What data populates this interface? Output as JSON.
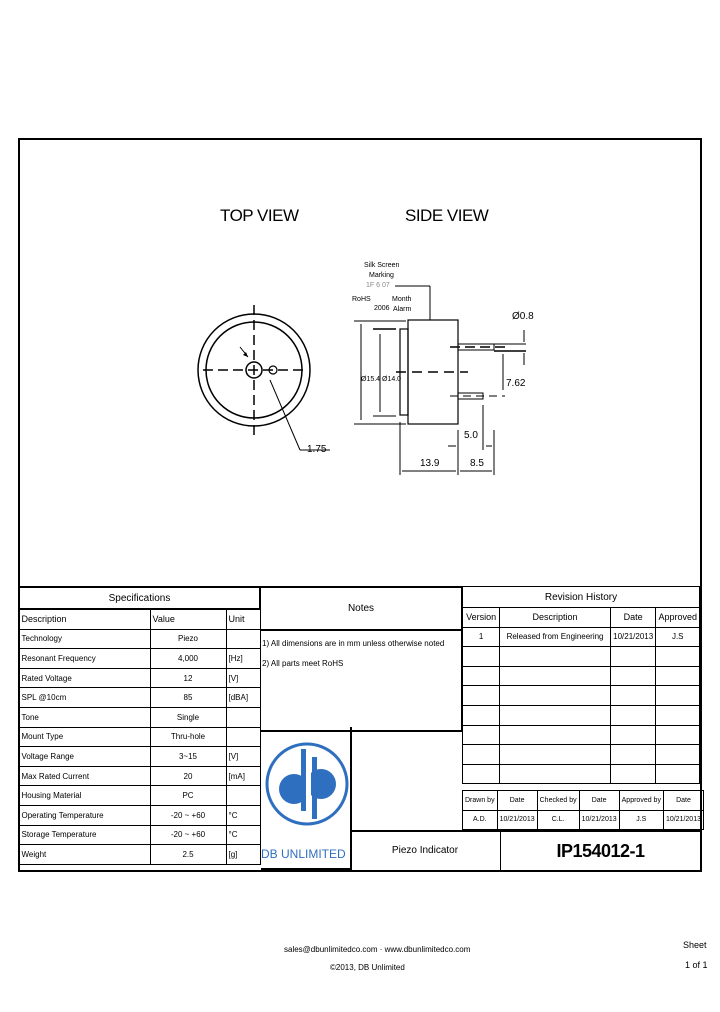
{
  "drawing": {
    "top_view_title": "TOP VIEW",
    "side_view_title": "SIDE VIEW",
    "top_view_dims": {
      "hole": "1.75"
    },
    "side_view_dims": {
      "silk_screen_1": "Silk Screen",
      "silk_screen_2": "Marking",
      "marking_code": "1F 6 07",
      "rohs": "RoHS",
      "year": "2006",
      "month": "Month",
      "alarm": "Alarm",
      "outer_diameter": "Ø15.4",
      "inner_diameter": "Ø14.0",
      "pin_diameter": "Ø0.8",
      "pin_spacing": "7.62",
      "pin_short": "5.0",
      "body_length": "13.9",
      "pin_length": "8.5"
    }
  },
  "specifications": {
    "title": "Specifications",
    "headers": [
      "Description",
      "Value",
      "Unit"
    ],
    "rows": [
      [
        "Technology",
        "Piezo",
        ""
      ],
      [
        "Resonant Frequency",
        "4,000",
        "[Hz]"
      ],
      [
        "Rated Voltage",
        "12",
        "[V]"
      ],
      [
        "SPL @10cm",
        "85",
        "[dBA]"
      ],
      [
        "Tone",
        "Single",
        ""
      ],
      [
        "Mount Type",
        "Thru-hole",
        ""
      ],
      [
        "Voltage Range",
        "3~15",
        "[V]"
      ],
      [
        "Max Rated Current",
        "20",
        "[mA]"
      ],
      [
        "Housing Material",
        "PC",
        ""
      ],
      [
        "Operating Temperature",
        "-20 ~ +60",
        "°C"
      ],
      [
        "Storage Temperature",
        "-20 ~ +60",
        "°C"
      ],
      [
        "Weight",
        "2.5",
        "[g]"
      ]
    ]
  },
  "notes": {
    "title": "Notes",
    "items": [
      "1) All dimensions are in mm unless otherwise noted",
      "2) All parts meet RoHS"
    ]
  },
  "revision_history": {
    "title": "Revision History",
    "headers": [
      "Version",
      "Description",
      "Date",
      "Approved"
    ],
    "rows": [
      [
        "1",
        "Released from Engineering",
        "10/21/2013",
        "J.S"
      ]
    ]
  },
  "signoff": {
    "headers": [
      "Drawn by",
      "Date",
      "Checked by",
      "Date",
      "Approved by",
      "Date"
    ],
    "values": [
      "A.D.",
      "10/21/2013",
      "C.L.",
      "10/21/2013",
      "J.S",
      "10/21/2013"
    ]
  },
  "title_block": {
    "logo_text": "DB UNLIMITED",
    "part_name": "Piezo Indicator",
    "part_number": "IP154012-1",
    "brand_color": "#2f6fc0"
  },
  "footer": {
    "contact": "sales@dbunlimitedco.com · www.dbunlimitedco.com",
    "copyright": "©2013, DB Unlimited",
    "sheet_label": "Sheet",
    "sheet_value": "1 of 1"
  }
}
